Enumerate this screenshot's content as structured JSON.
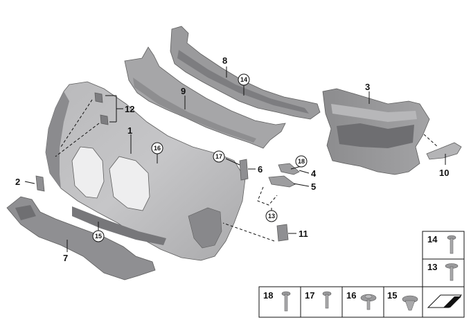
{
  "callouts": [
    "1",
    "2",
    "3",
    "4",
    "5",
    "6",
    "7",
    "8",
    "9",
    "10",
    "11",
    "12"
  ],
  "circled_refs": [
    "13",
    "14",
    "15",
    "16",
    "17",
    "18"
  ],
  "fastener_legend": {
    "top_right": [
      "14",
      "13"
    ],
    "bottom_row": [
      "18",
      "17",
      "16",
      "15"
    ]
  }
}
